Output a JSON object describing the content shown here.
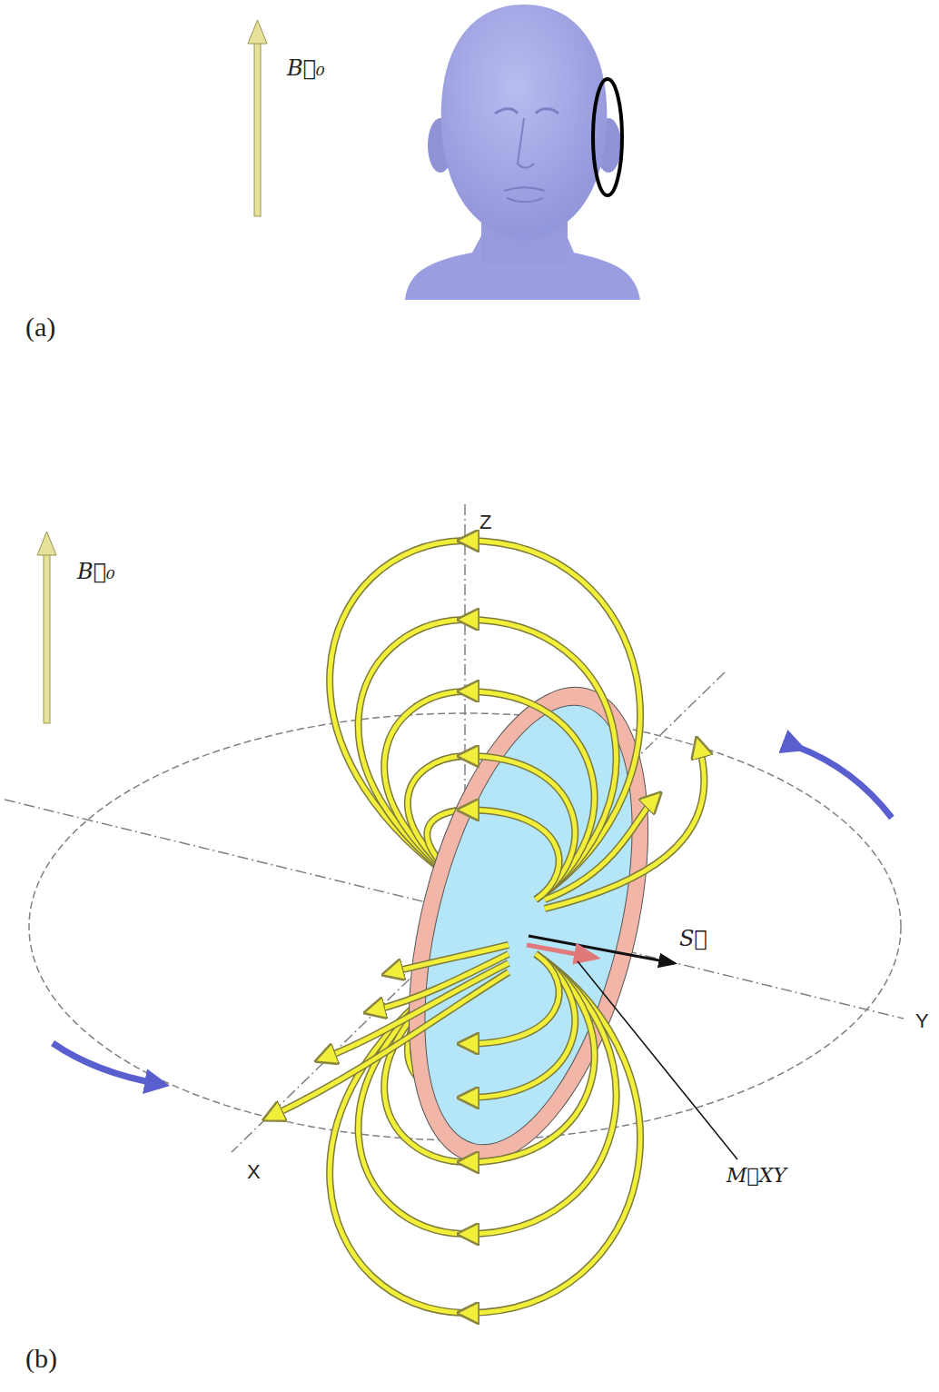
{
  "diagram": {
    "labels": [
      "B⃗₀",
      "(a)",
      "Z",
      "B⃗₀",
      "Y",
      "S⃗",
      "X",
      "M⃗XY",
      "(b)"
    ]
  }
}
